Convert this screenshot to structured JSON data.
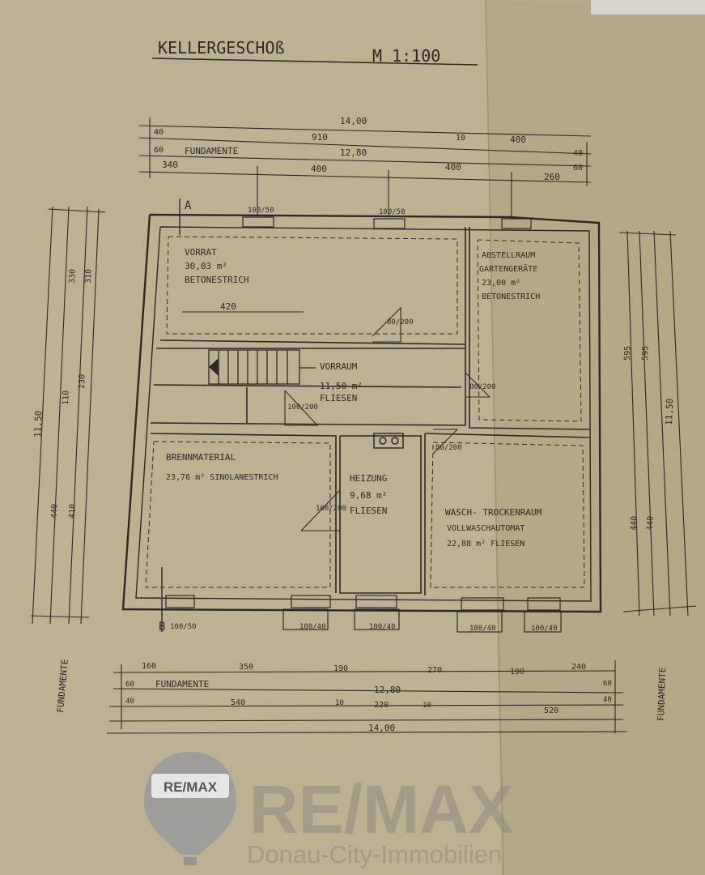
{
  "plan": {
    "title": "KELLERGESCHOß",
    "scale": "M 1:100",
    "section_a": "A",
    "section_b": "B"
  },
  "labels": {
    "fundamente": "FUNDAMENTE"
  },
  "rooms": [
    {
      "name": "VORRAT",
      "area": "30,03 m²",
      "floor": "BETONESTRICH"
    },
    {
      "name": "ABSTELLRAUM",
      "note": "GARTENGERÄTE",
      "area": "23,00 m²",
      "floor": "BETONESTRICH"
    },
    {
      "name": "VORRAUM",
      "area": "11,50 m²",
      "floor": "FLIESEN"
    },
    {
      "name": "BRENNMATERIAL",
      "detail": "23,76 m²  SINOLANESTRICH"
    },
    {
      "name": "HEIZUNG",
      "area": "9,68 m²",
      "floor": "FLIESEN"
    },
    {
      "name": "WASCH- TROCKENRAUM",
      "note": "VOLLWASCHAUTOMAT",
      "detail": "22,88 m²  FLIESEN"
    }
  ],
  "doors": {
    "d80_200": "80/200",
    "d100_200": "100/200"
  },
  "windows": {
    "w100_50": "100/50",
    "w100_40": "100/40"
  },
  "dimensions": {
    "top_total": "14,00",
    "top_40": "40",
    "top_910": "910",
    "top_10": "10",
    "top_400a": "400",
    "top_60": "60",
    "top_1280": "12,80",
    "top_340": "340",
    "top_400b": "400",
    "top_400c": "400",
    "top_260": "260",
    "vorrat_420": "420",
    "left_1150": "11,50",
    "left_330": "330",
    "left_310": "310",
    "left_110": "110",
    "left_230": "230",
    "left_440": "440",
    "left_410": "410",
    "right_595": "595",
    "right_1150": "11,50",
    "right_440": "440",
    "bottom_160": "160",
    "bottom_350": "350",
    "bottom_190": "190",
    "bottom_270": "270",
    "bottom_240": "240",
    "bottom_60": "60",
    "bottom_1280": "12,80",
    "bottom_40": "40",
    "bottom_540": "540",
    "bottom_10": "10",
    "bottom_220": "220",
    "bottom_520": "520",
    "bottom_total": "14,00"
  },
  "watermark": {
    "logo_badge": "RE/MAX",
    "brand": "RE/MAX",
    "office": "Donau-City-Immobilien"
  }
}
